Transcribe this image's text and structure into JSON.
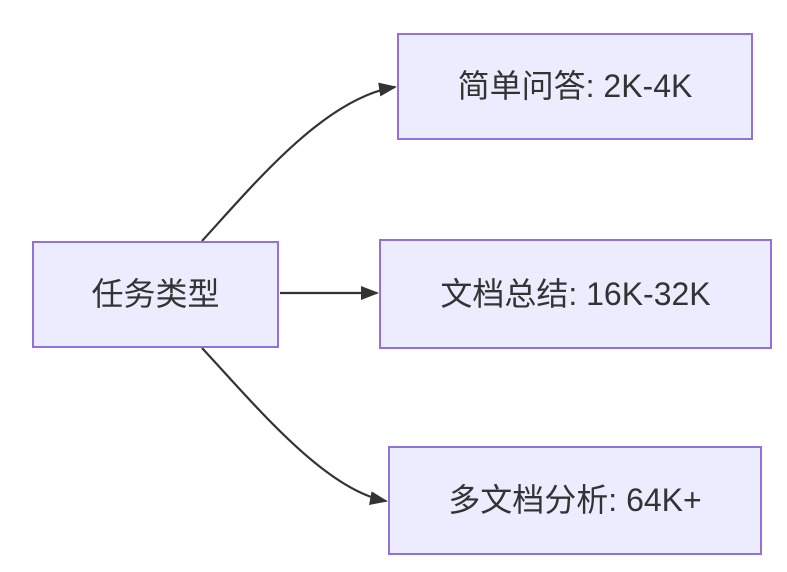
{
  "diagram": {
    "type": "flowchart",
    "direction": "left-to-right",
    "root": {
      "label": "任务类型"
    },
    "branches": [
      {
        "label": "简单问答: 2K-4K"
      },
      {
        "label": "文档总结: 16K-32K"
      },
      {
        "label": "多文档分析: 64K+"
      }
    ],
    "colors": {
      "node_fill": "#ECECFF",
      "node_border": "#9370DB",
      "edge": "#333333",
      "text": "#333333",
      "background": "#FFFFFF"
    }
  }
}
